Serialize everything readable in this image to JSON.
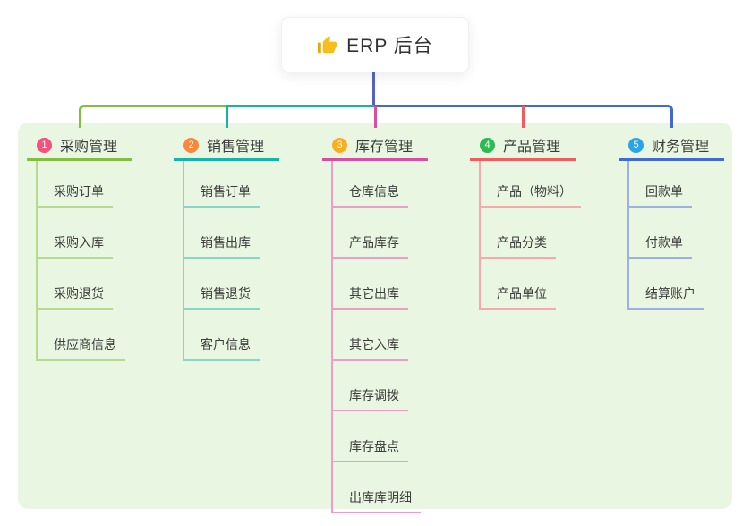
{
  "root": {
    "title": "ERP 后台",
    "icon": "thumbs-up-icon",
    "icon_color": "#f9bd1b",
    "card_background": "#ffffff"
  },
  "canvas": {
    "background": "#ffffff",
    "panel_background": "#e9f6e2"
  },
  "connector": {
    "stem_color": "#5563c6"
  },
  "branches": [
    {
      "index": "1",
      "label": "采购管理",
      "badge_color": "#f4517c",
      "line_color": "#82bf41",
      "light_line_color": "#b5da8e",
      "children": [
        "采购订单",
        "采购入库",
        "采购退货",
        "供应商信息"
      ]
    },
    {
      "index": "2",
      "label": "销售管理",
      "badge_color": "#f8873c",
      "line_color": "#14b5a5",
      "light_line_color": "#85d7cc",
      "children": [
        "销售订单",
        "销售出库",
        "销售退货",
        "客户信息"
      ]
    },
    {
      "index": "3",
      "label": "库存管理",
      "badge_color": "#f9ae20",
      "line_color": "#d94f9f",
      "light_line_color": "#ee9cc9",
      "children": [
        "仓库信息",
        "产品库存",
        "其它出库",
        "其它入库",
        "库存调拨",
        "库存盘点",
        "出库库明细"
      ]
    },
    {
      "index": "4",
      "label": "产品管理",
      "badge_color": "#2db953",
      "line_color": "#f25c5c",
      "light_line_color": "#f8a8a8",
      "children": [
        "产品（物料）",
        "产品分类",
        "产品单位"
      ]
    },
    {
      "index": "5",
      "label": "财务管理",
      "badge_color": "#2ba3e8",
      "line_color": "#4169cf",
      "light_line_color": "#9cb0e5",
      "children": [
        "回款单",
        "付款单",
        "结算账户"
      ]
    }
  ]
}
